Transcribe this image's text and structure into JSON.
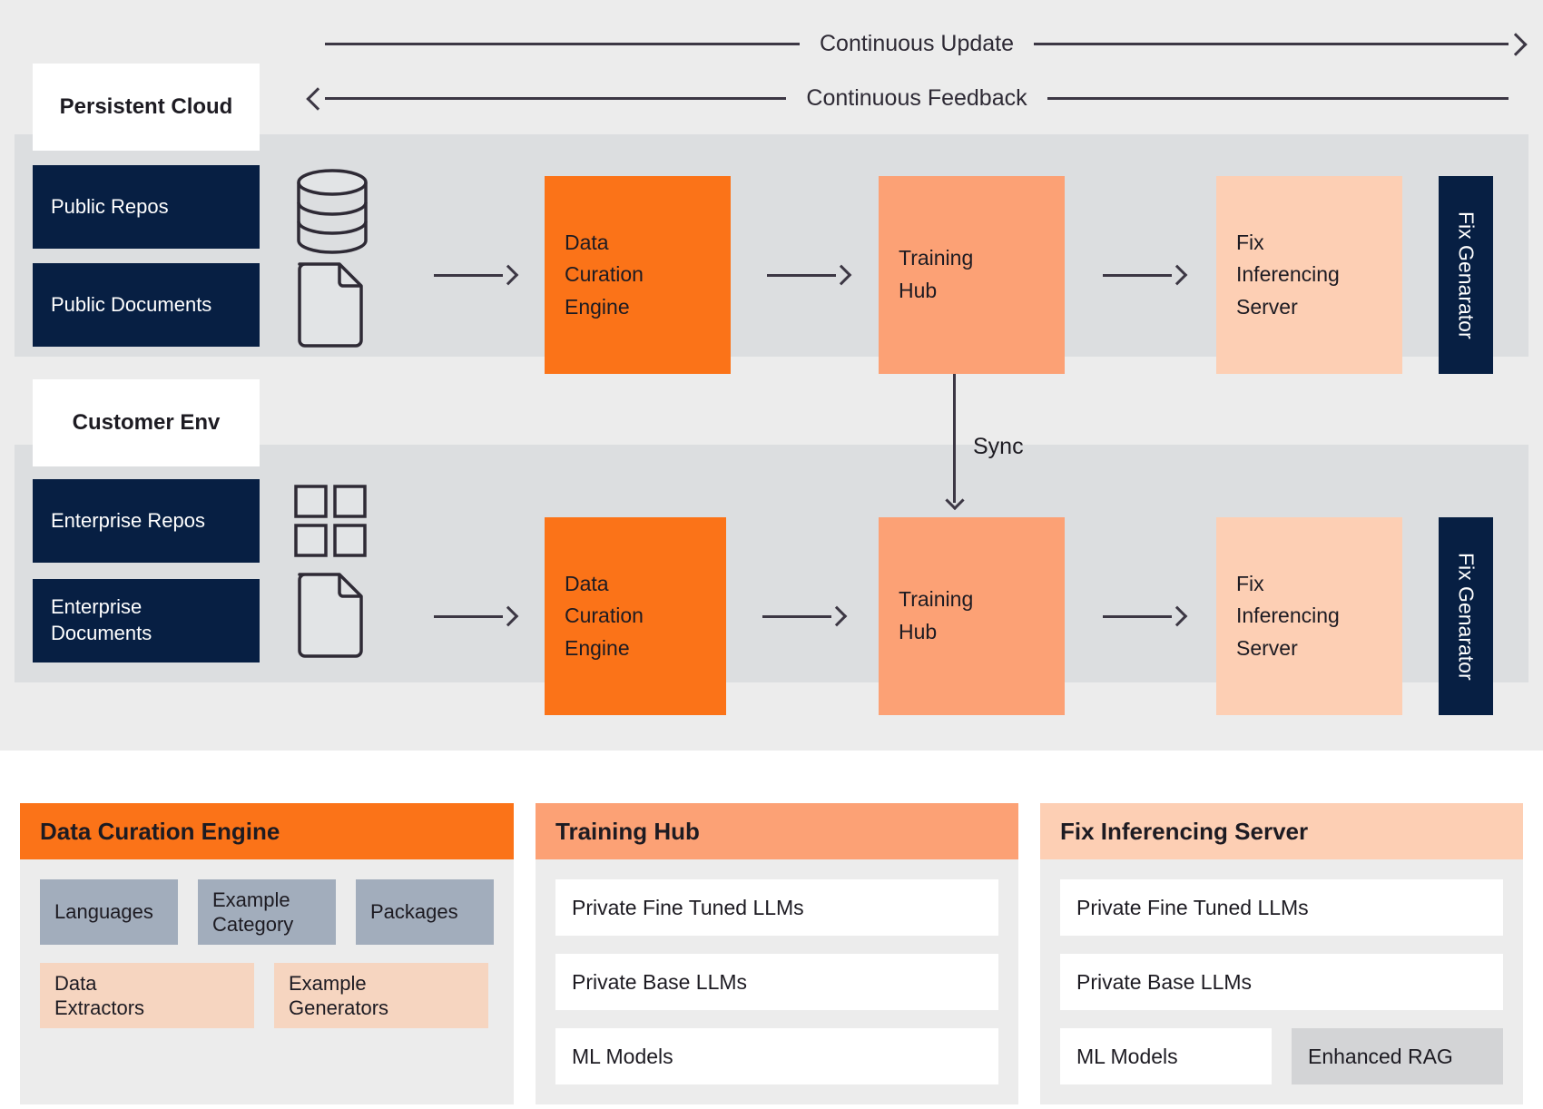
{
  "top_flows": [
    {
      "label": "Continuous Update",
      "direction": "right"
    },
    {
      "label": "Continuous Feedback",
      "direction": "left"
    }
  ],
  "sync": {
    "label": "Sync",
    "direction": "down"
  },
  "environments": [
    {
      "tag": "Persistent Cloud",
      "sources": [
        {
          "label": "Public Repos",
          "icon": "database-icon"
        },
        {
          "label": "Public Documents",
          "icon": "document-icon"
        }
      ],
      "stages": [
        {
          "label": "Data\nCuration\nEngine",
          "color": "#fb7318"
        },
        {
          "label": "Training\nHub",
          "color": "#fca175"
        },
        {
          "label": "Fix\nInferencing\nServer",
          "color": "#fdcfb4"
        }
      ],
      "generator": "Fix Genarator"
    },
    {
      "tag": "Customer Env",
      "sources": [
        {
          "label": "Enterprise Repos",
          "icon": "grid-icon"
        },
        {
          "label": "Enterprise Documents",
          "icon": "document-icon"
        }
      ],
      "stages": [
        {
          "label": "Data\nCuration\nEngine",
          "color": "#fb7318"
        },
        {
          "label": "Training\nHub",
          "color": "#fca175"
        },
        {
          "label": "Fix\nInferencing\nServer",
          "color": "#fdcfb4"
        }
      ],
      "generator": "Fix Genarator"
    }
  ],
  "legend_cards": [
    {
      "title": "Data Curation Engine",
      "header_color": "#fb7318",
      "chips_gray": [
        "Languages",
        "Example\nCategory",
        "Packages"
      ],
      "chips_peach": [
        "Data\nExtractors",
        "Example\nGenerators"
      ]
    },
    {
      "title": "Training Hub",
      "header_color": "#fca175",
      "rows": [
        "Private Fine Tuned LLMs",
        "Private Base LLMs",
        "ML Models"
      ]
    },
    {
      "title": "Fix Inferencing Server",
      "header_color": "#fdcfb4",
      "rows": [
        "Private Fine Tuned LLMs",
        "Private Base LLMs"
      ],
      "split_row": [
        "ML Models",
        "Enhanced RAG"
      ]
    }
  ],
  "colors": {
    "page_bg": "#ececec",
    "band_bg": "#dcdee0",
    "navy": "#071f43",
    "orange_dark": "#fb7318",
    "orange_mid": "#fca175",
    "orange_light": "#fdcfb4",
    "chip_gray": "#a2adbc",
    "chip_peach": "#f6d5c0",
    "rag_gray": "#d3d4d6",
    "stroke": "#3c3744"
  }
}
